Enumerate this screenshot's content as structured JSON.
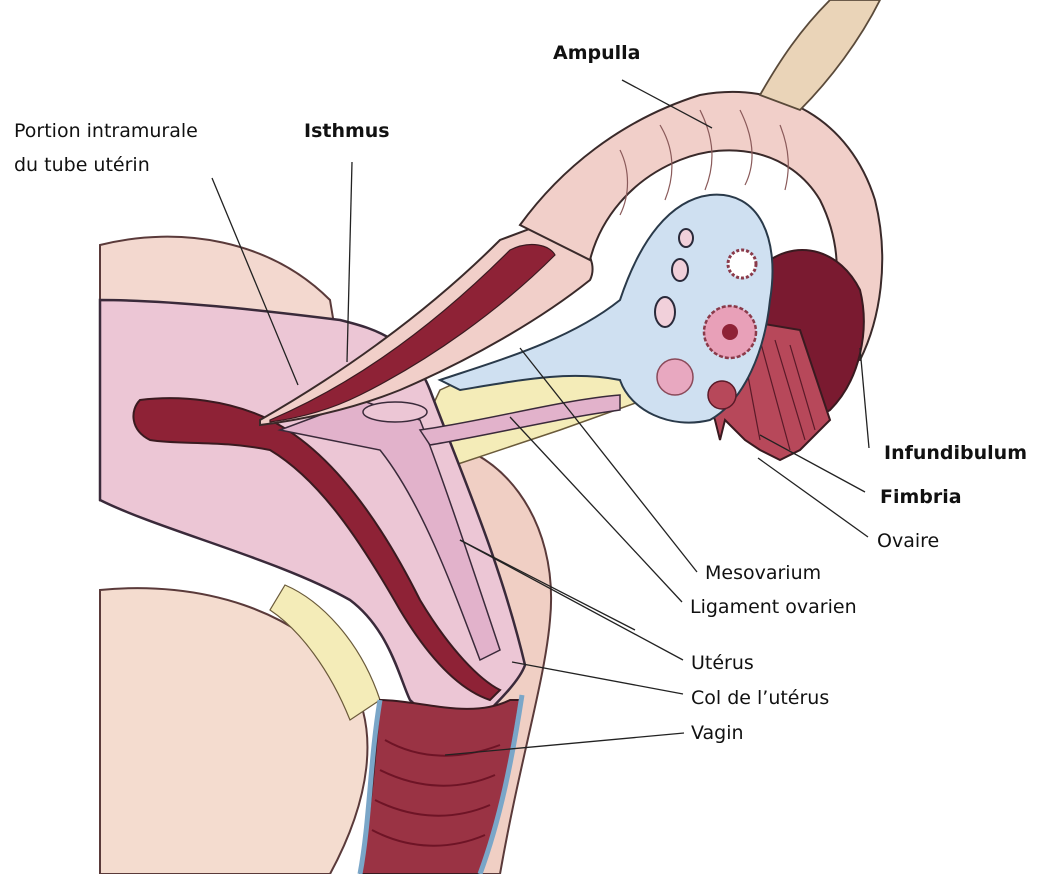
{
  "labels": {
    "ampulla": "Ampulla",
    "portion_line1": "Portion intramurale",
    "portion_line2": "du tube utérin",
    "isthmus": "Isthmus",
    "infundibulum": "Infundibulum",
    "fimbria": "Fimbria",
    "ovaire": "Ovaire",
    "mesovarium": "Mesovarium",
    "ligament_ovarien": "Ligament ovarien",
    "uterus": "Utérus",
    "col": "Col de l’utérus",
    "vagin": "Vagin"
  },
  "colors": {
    "tissue_light": "#f1cfc9",
    "tissue_pink": "#e8b6c7",
    "lumen": "#8e2236",
    "lumen_dark": "#6e1426",
    "membrane": "#cfe0f1",
    "ligament": "#f4ecb8",
    "background": "#ffffff"
  }
}
